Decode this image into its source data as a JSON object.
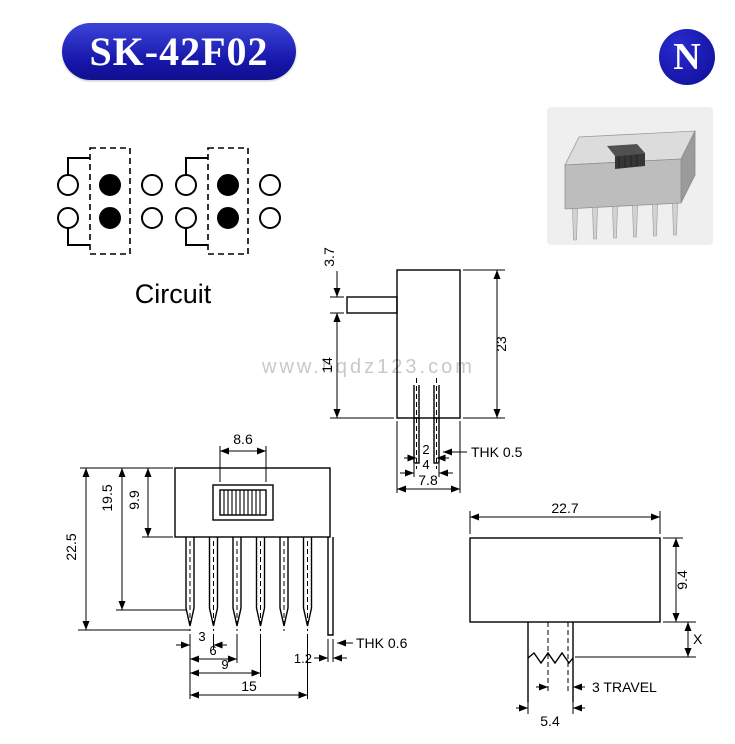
{
  "header": {
    "model_badge": "SK-42F02",
    "logo_letter": "N"
  },
  "watermark": "www.hqdz123.com",
  "colors": {
    "badge_blue": "#1515a8",
    "logo_blue": "#0d0d96",
    "line_black": "#000000",
    "watermark_gray": "#c9c9c9"
  },
  "circuit": {
    "label": "Circuit"
  },
  "side_view": {
    "dim_lever_thickness": "3.7",
    "dim_lever_to_base": "14",
    "dim_total_height": "23",
    "dim_pin_pitch": "2",
    "dim_pin_span": "4",
    "dim_body_depth": "7.8",
    "thickness_note": "THK 0.5"
  },
  "front_view": {
    "dim_knob_width": "8.6",
    "dim_body_height": "9.9",
    "dim_to_pin_shoulder": "19.5",
    "dim_total_height": "22.5",
    "dim_pin_pitch": "3",
    "dim_pitch_two": "6",
    "dim_pitch_three": "9",
    "dim_pin_row_span": "15",
    "dim_pin_width": "1.2",
    "thickness_note": "THK 0.6"
  },
  "top_view": {
    "dim_body_width": "22.7",
    "dim_body_depth": "9.4",
    "dim_stem_length": "X",
    "dim_stem_width": "5.4",
    "dim_travel": "3 TRAVEL"
  }
}
